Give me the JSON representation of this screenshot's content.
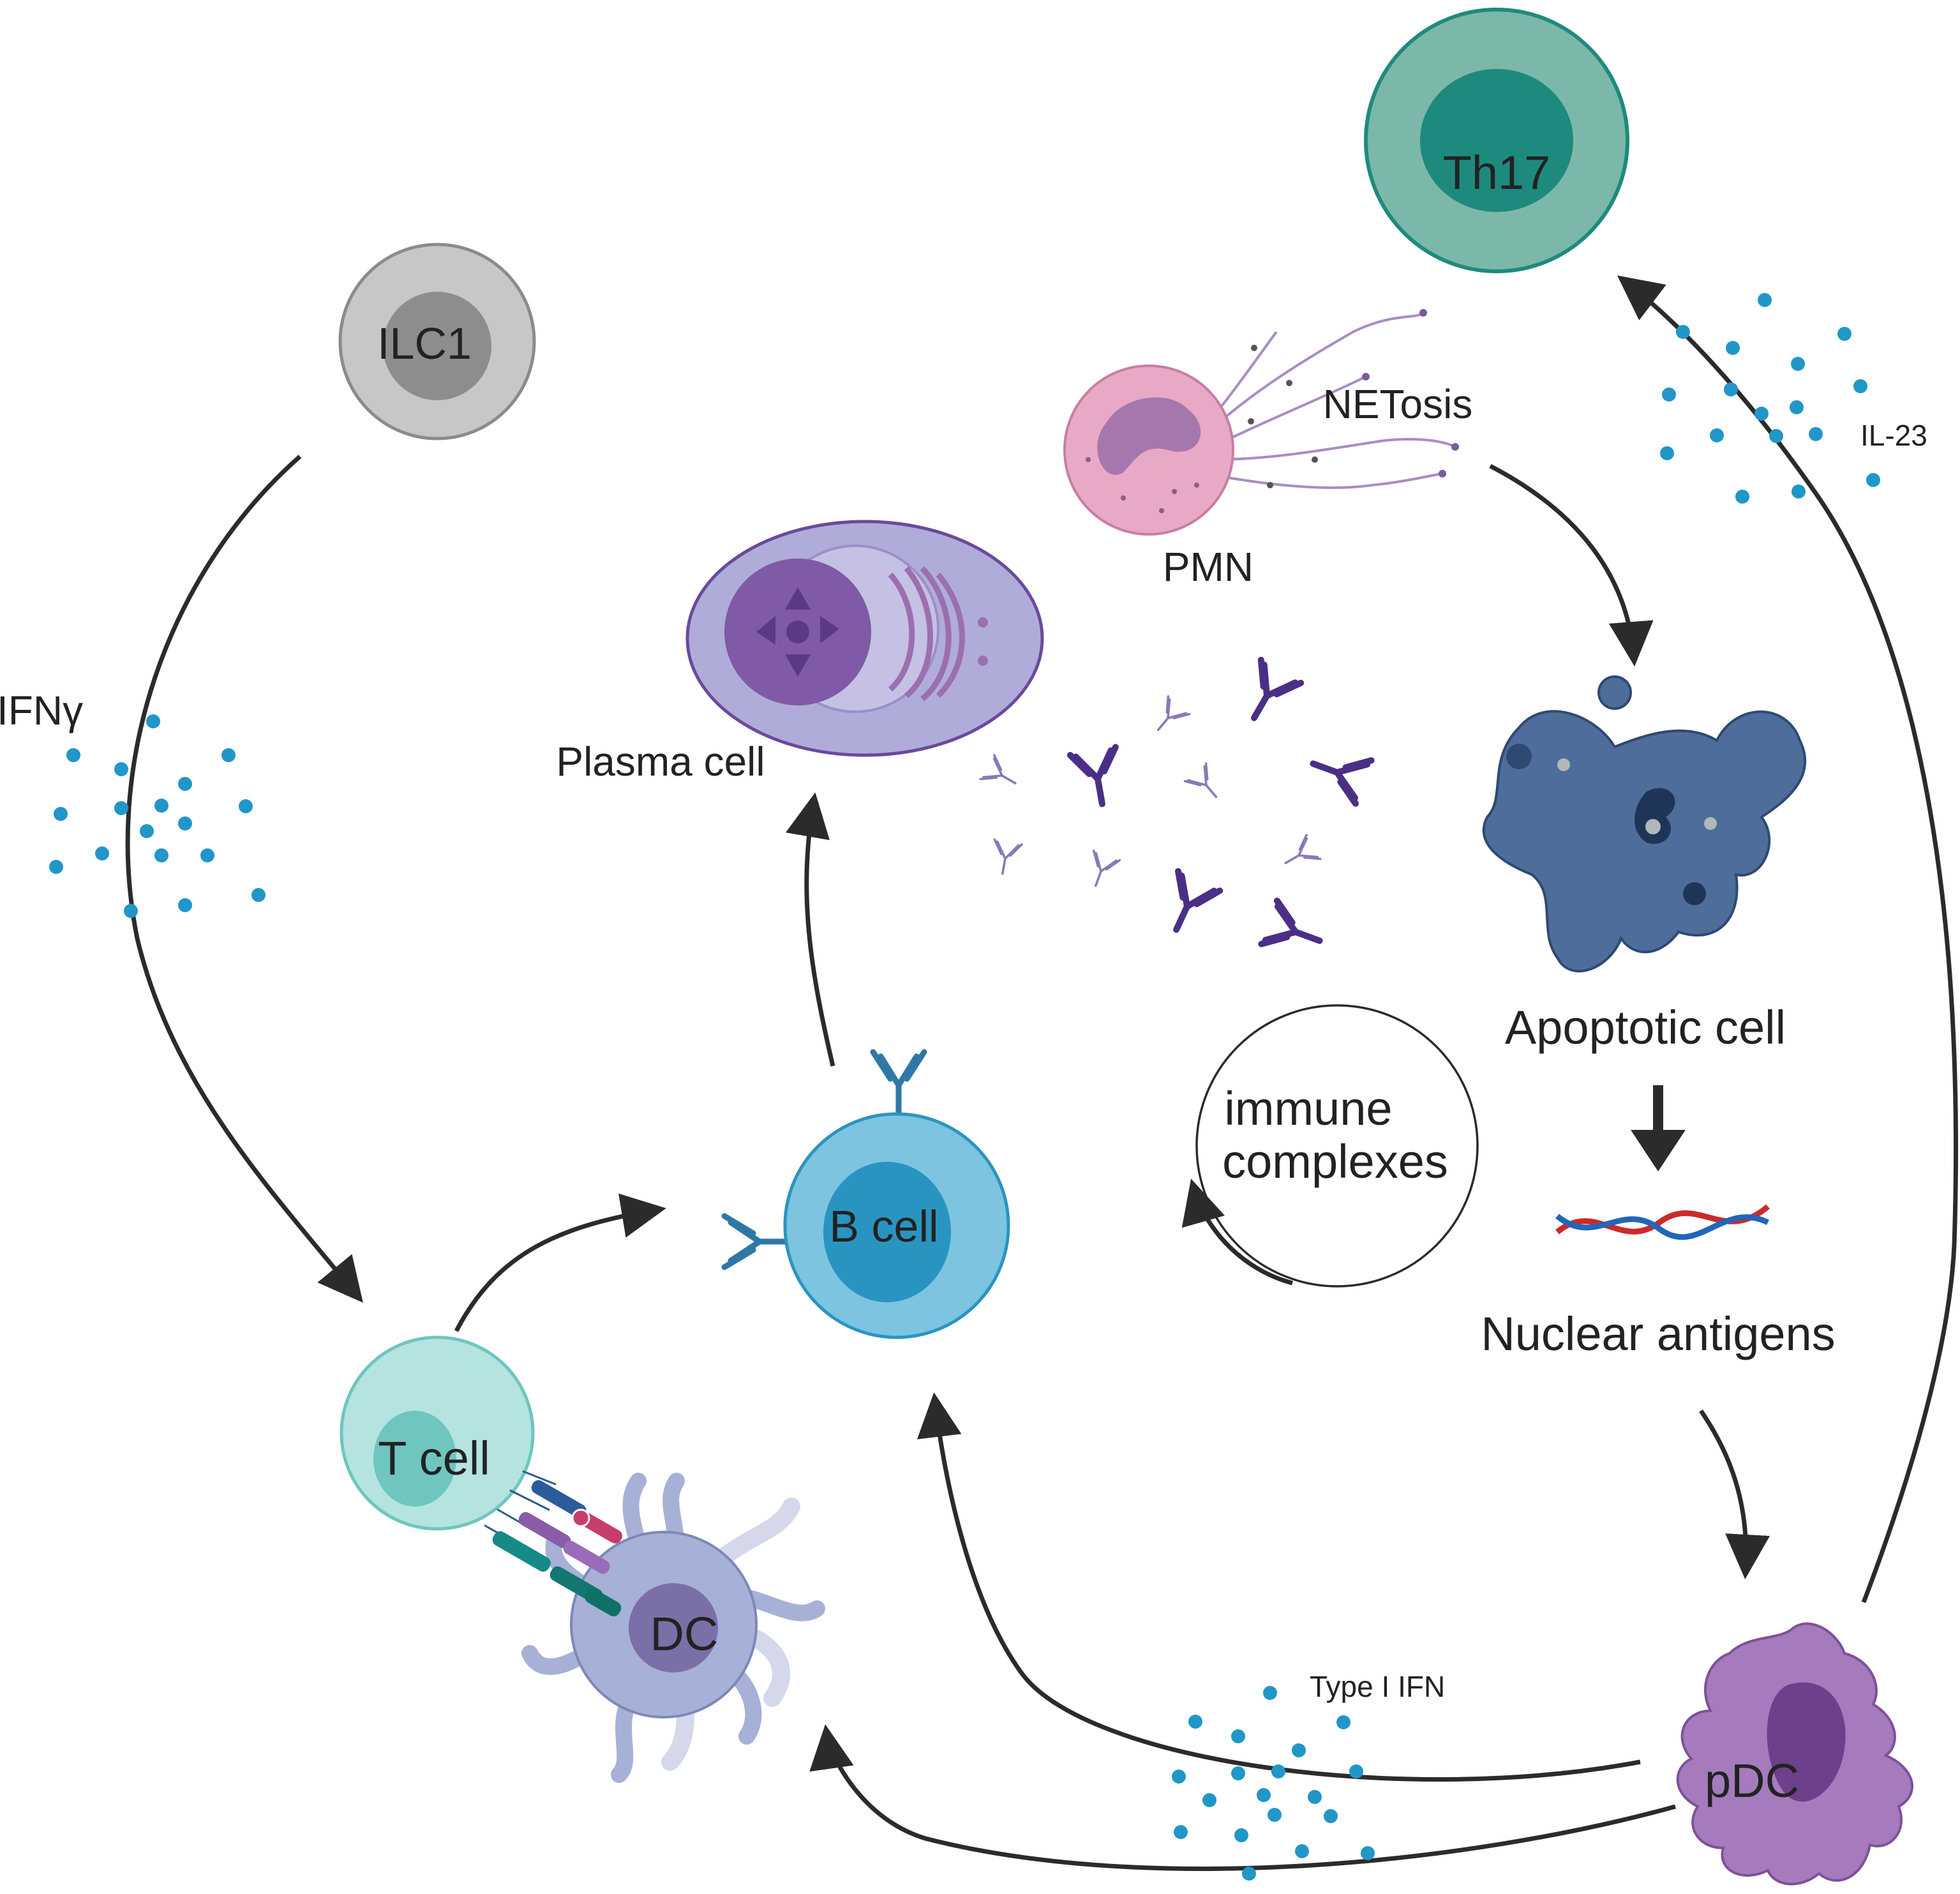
{
  "cells": {
    "th17": "Th17",
    "ilc1": "ILC1",
    "pmn": "PMN",
    "plasma_cell": "Plasma cell",
    "b_cell": "B cell",
    "t_cell": "T cell",
    "dc": "DC",
    "pdc": "pDC",
    "apoptotic_cell": "Apoptotic cell"
  },
  "processes": {
    "netosis": "NETosis",
    "immune_complexes_line1": "immune",
    "immune_complexes_line2": "complexes",
    "nuclear_antigens": "Nuclear antigens"
  },
  "cytokines": {
    "ifn_gamma": "IFNγ",
    "il23": "IL-23",
    "type1_ifn": "Type I IFN"
  },
  "colors": {
    "th17": "#7bb8a9",
    "th17_nucleus": "#1e8a7d",
    "ilc1": "#c9c6c6",
    "ilc1_nucleus": "#8f8c8c",
    "pmn": "#e8a9c6",
    "plasma": "#b0acd9",
    "b_cell": "#7cc4e0",
    "b_nucleus": "#2a94c1",
    "t_cell": "#b5e3e0",
    "t_nucleus": "#6ec6bf",
    "dc": "#a7b0d6",
    "pdc": "#a57bbd",
    "apoptotic": "#4e6d9a",
    "antibody": "#4b2f86",
    "cytokine_dot": "#2196c8",
    "arrow": "#2b2b2b"
  }
}
